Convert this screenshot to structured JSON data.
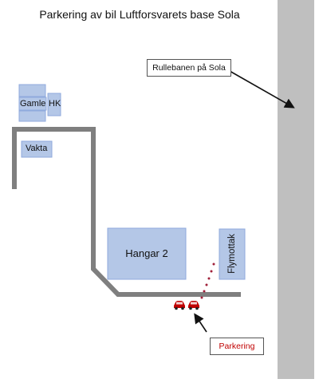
{
  "title": "Parkering av bil Luftforsvarets base Sola",
  "callouts": {
    "runway": "Rullebanen på Sola",
    "parking": "Parkering"
  },
  "buildings": {
    "gamle": "Gamle",
    "hk": "HK",
    "vakta": "Vakta",
    "hangar": "Hangar 2",
    "flymottak": "Flymottak"
  },
  "colors": {
    "building_fill": "#b4c7e7",
    "building_stroke": "#8faadc",
    "road": "#7f7f7f",
    "runway": "#bfbfbf",
    "car": "#c00000",
    "parking_text": "#c00000",
    "dots": "#a0203a"
  },
  "icons": [
    "car-icon",
    "arrow-icon"
  ]
}
